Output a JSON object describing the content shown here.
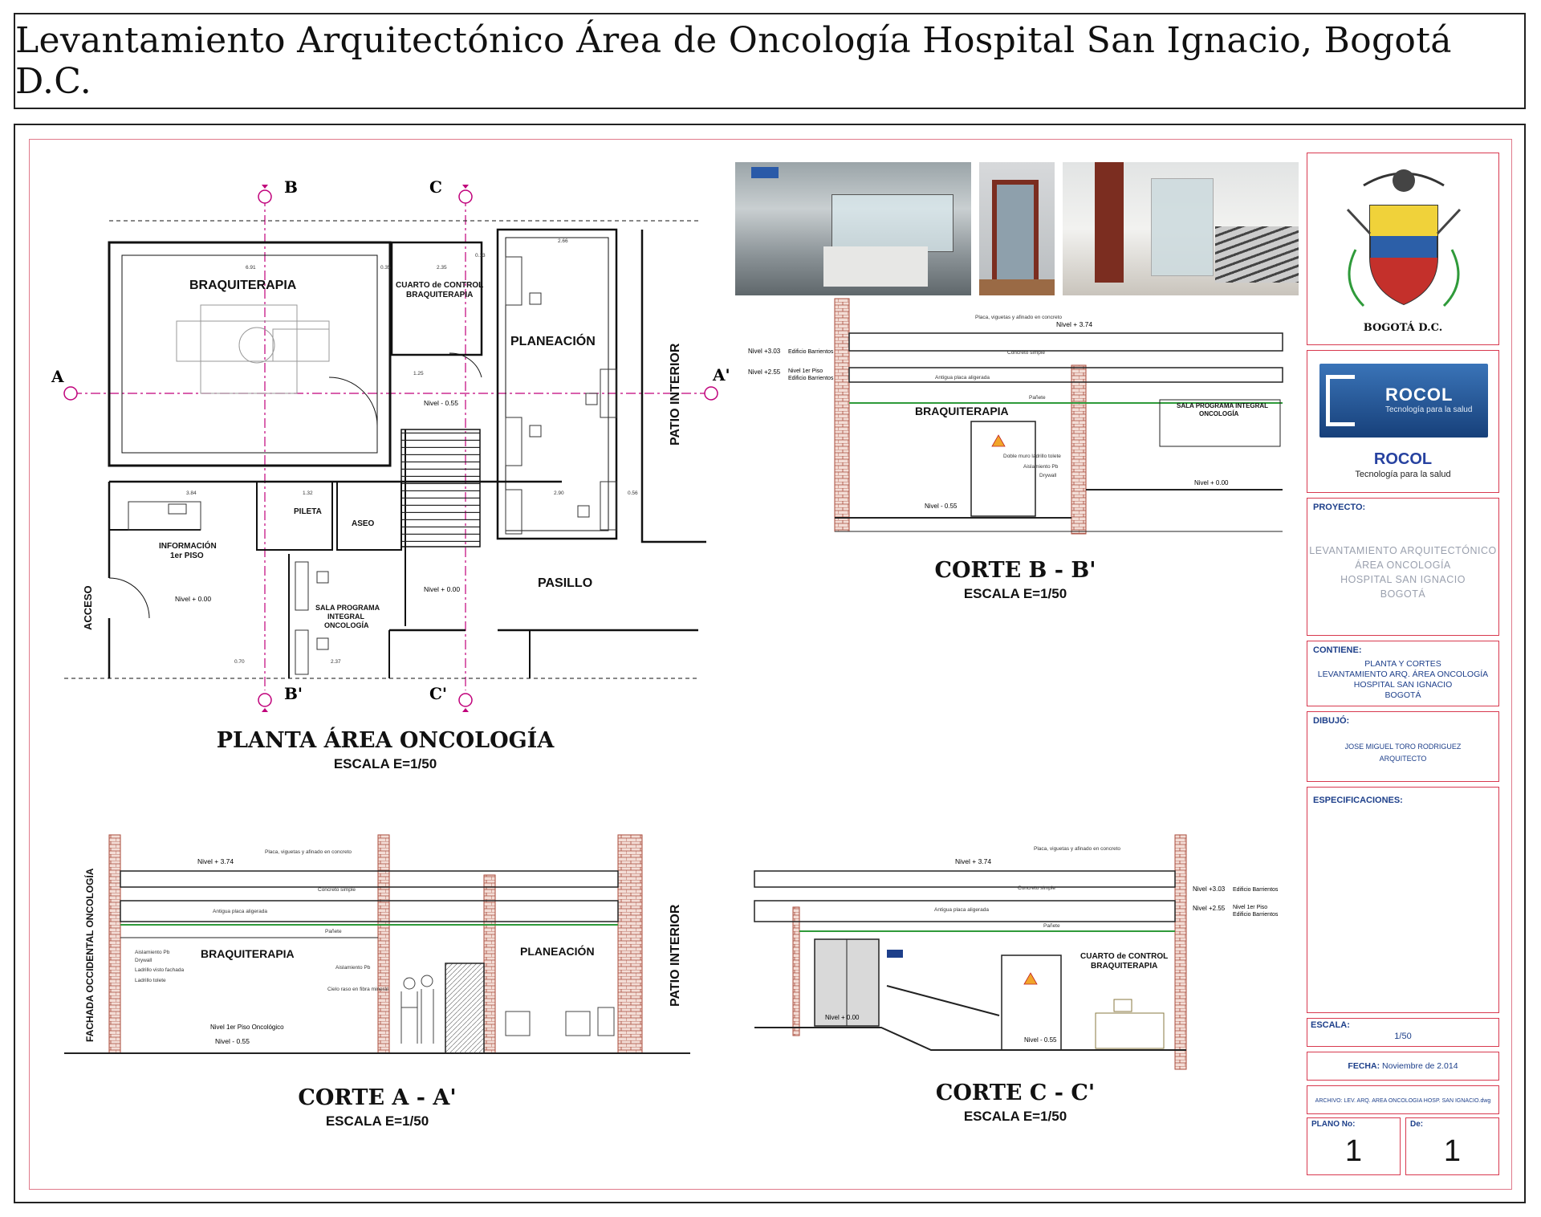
{
  "title": "Levantamiento Arquitectónico Área de Oncología Hospital San Ignacio, Bogotá D.C.",
  "plan": {
    "title": "PLANTA ÁREA ONCOLOGÍA",
    "scale": "ESCALA E=1/50",
    "rooms": {
      "braquiterapia": "BRAQUITERAPIA",
      "control_1": "CUARTO de CONTROL",
      "control_2": "BRAQUITERAPIA",
      "planeacion": "PLANEACIÓN",
      "patio": "PATIO INTERIOR",
      "pileta": "PILETA",
      "aseo": "ASEO",
      "info_1": "INFORMACIÓN",
      "info_2": "1er PISO",
      "sala_1": "SALA PROGRAMA",
      "sala_2": "INTEGRAL",
      "sala_3": "ONCOLOGÍA",
      "pasillo": "PASILLO",
      "acceso": "ACCESO"
    },
    "levels": {
      "n055": "Nivel - 0.55",
      "n000a": "Nivel + 0.00",
      "n000b": "Nivel + 0.00"
    },
    "axes": {
      "b": "B",
      "c": "C",
      "a": "A",
      "a2": "A'",
      "b2": "B'",
      "c2": "C'"
    },
    "dims": {
      "d1": "6.91",
      "d2": "0.35",
      "d3": "2.35",
      "d4": "0.13",
      "d5": "2.66",
      "d6": "1.25",
      "d7": "3.84",
      "d8": "1.32",
      "d9": "2.90",
      "d10": "0.56",
      "d11": "2.37",
      "d12": "0.70"
    }
  },
  "corte_bb": {
    "title": "CORTE B - B'",
    "scale": "ESCALA E=1/50",
    "braq": "BRAQUITERAPIA",
    "sala_1": "SALA PROGRAMA INTEGRAL",
    "sala_2": "ONCOLOGÍA",
    "level_374": "Nivel + 3.74",
    "level_303": "Nivel +3.03",
    "level_255": "Nivel +2.55",
    "edif_1": "Edificio Barrientos",
    "edif_2": "Nivel 1er Piso",
    "edif_3": "Edificio Barrientos",
    "level_000": "Nivel + 0.00",
    "level_055": "Nivel - 0.55",
    "note_1": "Placa, viguetas y afinado en concreto",
    "note_2": "Concreto simple",
    "note_3": "Antigua placa aligerada",
    "note_4": "Pañete",
    "note_5": "Doble muro ladrillo tolete",
    "note_6": "Aislamiento Pb",
    "note_7": "Drywall"
  },
  "corte_aa": {
    "title": "CORTE A - A'",
    "scale": "ESCALA E=1/50",
    "braq": "BRAQUITERAPIA",
    "planeacion": "PLANEACIÓN",
    "fachada": "FACHADA OCCIDENTAL ONCOLOGÍA",
    "patio": "PATIO INTERIOR",
    "level_374": "Nivel + 3.74",
    "level_055": "Nivel - 0.55",
    "level_piso": "Nivel 1er Piso Oncológico",
    "note_1": "Placa, viguetas y afinado en concreto",
    "note_2": "Concreto simple",
    "note_3": "Antigua placa aligerada",
    "note_4": "Pañete",
    "note_5": "Aislamiento Pb",
    "note_6": "Drywall",
    "note_7": "Ladrillo visto fachada",
    "note_8": "Ladrillo tolete",
    "note_9": "Aislamiento Pb",
    "note_10": "Cielo raso en fibra mineral"
  },
  "corte_cc": {
    "title": "CORTE C - C'",
    "scale": "ESCALA E=1/50",
    "control_1": "CUARTO de CONTROL",
    "control_2": "BRAQUITERAPIA",
    "level_374": "Nivel + 3.74",
    "level_303": "Nivel +3.03",
    "level_255": "Nivel +2.55",
    "edif_1": "Edificio Barrientos",
    "edif_2": "Nivel 1er Piso",
    "edif_3": "Edificio Barrientos",
    "level_000": "Nivel + 0.00",
    "level_055": "Nivel - 0.55",
    "note_1": "Placa, viguetas y afinado en concreto",
    "note_2": "Concreto simple",
    "note_3": "Antigua placa aligerada",
    "note_4": "Pañete"
  },
  "titleblock": {
    "city": "BOGOTÁ D.C.",
    "rocol_logo": "ROCOL",
    "rocol_tag_logo": "Tecnología para la salud",
    "rocol_name": "ROCOL",
    "rocol_tag": "Tecnología para la salud",
    "proyecto_label": "PROYECTO:",
    "proyecto_value": "LEVANTAMIENTO ARQUITECTÓNICO\nÁREA ONCOLOGÍA\nHOSPITAL SAN IGNACIO\nBOGOTÁ",
    "contiene_label": "CONTIENE:",
    "contiene_value": "PLANTA Y CORTES\nLEVANTAMIENTO ARQ. ÁREA ONCOLOGÍA\nHOSPITAL SAN IGNACIO\nBOGOTÁ",
    "dibujo_label": "DIBUJÓ:",
    "dibujo_value": "JOSE MIGUEL TORO RODRIGUEZ\nARQUITECTO",
    "especificaciones_label": "ESPECIFICACIONES:",
    "escala_label": "ESCALA:",
    "escala_value": "1/50",
    "fecha_label": "FECHA:",
    "fecha_value": "Noviembre de 2.014",
    "archivo_value": "ARCHIVO: LEV. ARQ. AREA ONCOLOGIA HOSP. SAN IGNACIO.dwg",
    "plano_label": "PLANO No:",
    "plano_value": "1",
    "de_label": "De:",
    "de_value": "1"
  },
  "colors": {
    "frame_red": "#d8394f",
    "label_blue": "#1d3f8a",
    "axis_magenta": "#c0007a",
    "green_line": "#2f9a3a",
    "brick": "#a84a3a"
  }
}
